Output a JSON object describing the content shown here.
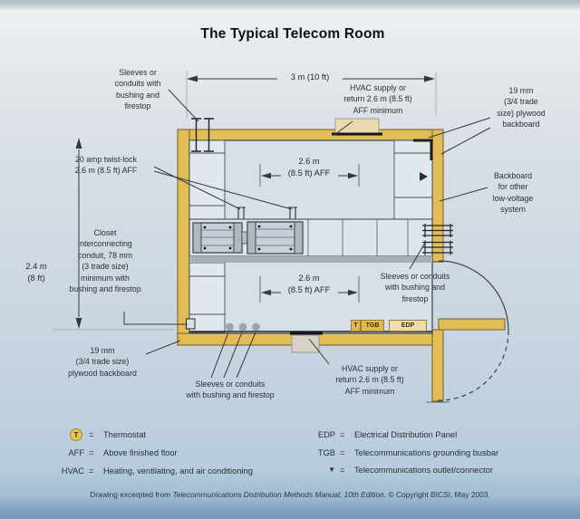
{
  "title": "The Typical Telecom Room",
  "colors": {
    "wall_gold": "#e2bc55",
    "wall_outline": "#715e22",
    "interior_fill": "#d7dfe7",
    "hvac_tan": "#ecd8b0",
    "panel_tan": "#f0dcab",
    "tag_gold": "#e2b94f",
    "text": "#2b2f33",
    "background_bottom": "#7395b7"
  },
  "diagram": {
    "dimensions": {
      "width": "3 m (10 ft)",
      "height": "2.4 m\n(8 ft)",
      "aff_top": "2.6 m\n(8.5 ft) AFF",
      "aff_bottom": "2.6 m\n(8.5 ft) AFF"
    },
    "labels": {
      "sleeves_top_left": "Sleeves or\nconduits with\nbushing and\nfirestop",
      "hvac_top": "HVAC supply or\nreturn 2.6 m (8.5 ft)\nAFF minimum",
      "plywood_top_right": "19 mm\n(3/4 trade\nsize) plywood\nbackboard",
      "backboard_right": "Backboard\nfor other\nlow-voltage\nsystem",
      "twist_lock": "20 amp twist-lock\n2.6 m (8.5 ft) AFF",
      "closet_conduit": "Closet\ninterconnecting\nconduit, 78 mm\n(3 trade size)\nminimum with\nbushing and firestop",
      "plywood_bottom_left": "19 mm\n(3/4 trade size)\nplywood backboard",
      "sleeves_bottom": "Sleeves or conduits\nwith bushing and firestop",
      "hvac_bottom": "HVAC supply or\nreturn 2.6 m (8.5 ft)\nAFF minimum",
      "sleeves_right": "Sleeves or conduits\nwith bushing and\nfirestop"
    },
    "wall_tags": {
      "t": "T",
      "tgb": "TGB",
      "edp": "EDP"
    }
  },
  "legend": {
    "equals": "=",
    "left": [
      {
        "key": "T",
        "value": "Thermostat"
      },
      {
        "key": "AFF",
        "value": "Above finished floor"
      },
      {
        "key": "HVAC",
        "value": "Heating, ventilating, and air conditioning"
      }
    ],
    "right": [
      {
        "key": "EDP",
        "value": "Electrical Distribution Panel"
      },
      {
        "key": "TGB",
        "value": "Telecommunications grounding busbar"
      },
      {
        "key": "▼",
        "value": "Telecommunications outlet/connector"
      }
    ]
  },
  "credit": {
    "prefix": "Drawing excerpted from ",
    "italic": "Telecommunications Distribution Methods Manual, 10th Edition.",
    "suffix": " © Copyright BICSI, May 2003."
  }
}
